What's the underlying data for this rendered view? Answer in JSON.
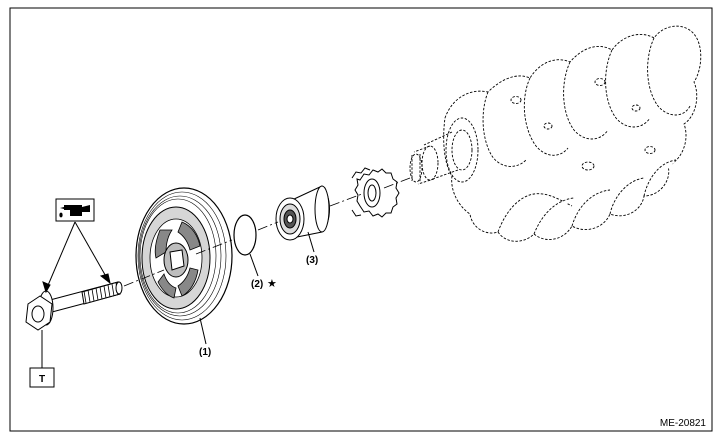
{
  "labels": {
    "pulley": "(1)",
    "o_ring": "(2)",
    "o_ring_star": "★",
    "oil_pump_drive_rotor": "(3)",
    "torque_box": "T",
    "figure_code": "ME-20821"
  },
  "icons": {
    "lubricate": "oil-can-icon"
  },
  "colors": {
    "line": "#000000",
    "detail": "#333333",
    "background": "#ffffff"
  }
}
